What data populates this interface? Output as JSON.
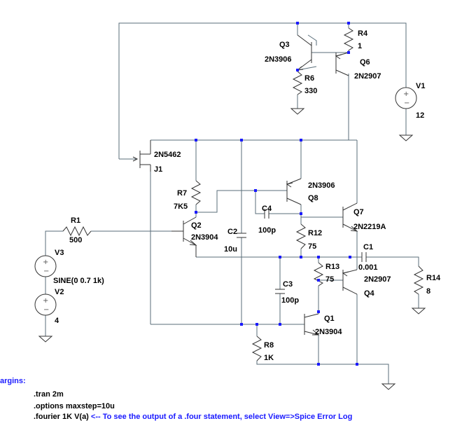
{
  "components": {
    "R1": {
      "ref": "R1",
      "value": "500"
    },
    "R4": {
      "ref": "R4",
      "value": "1"
    },
    "R6": {
      "ref": "R6",
      "value": "330"
    },
    "R7": {
      "ref": "R7",
      "value": "7K5"
    },
    "R8": {
      "ref": "R8",
      "value": "1K"
    },
    "R12": {
      "ref": "R12",
      "value": "75"
    },
    "R13": {
      "ref": "R13",
      "value": "75"
    },
    "R14": {
      "ref": "R14",
      "value": "8"
    },
    "C1": {
      "ref": "C1",
      "value": "0.001"
    },
    "C2": {
      "ref": "C2",
      "value": "10u"
    },
    "C3": {
      "ref": "C3",
      "value": "100p"
    },
    "C4": {
      "ref": "C4",
      "value": "100p"
    },
    "Q1": {
      "ref": "Q1",
      "model": "2N3904"
    },
    "Q2": {
      "ref": "Q2",
      "model": "2N3904"
    },
    "Q3": {
      "ref": "Q3",
      "model": "2N3906"
    },
    "Q4": {
      "ref": "Q4",
      "model": "2N2907"
    },
    "Q6": {
      "ref": "Q6",
      "model": "2N2907"
    },
    "Q7": {
      "ref": "Q7",
      "model": "2N2219A"
    },
    "Q8": {
      "ref": "Q8",
      "model": "2N3906"
    },
    "J1": {
      "ref": "J1",
      "model": "2N5462"
    },
    "V1": {
      "ref": "V1",
      "value": "12"
    },
    "V2": {
      "ref": "V2",
      "value": "4"
    },
    "V3": {
      "ref": "V3",
      "value": "SINE(0 0.7 1k)"
    }
  },
  "directives": {
    "margin_label": "argins:",
    "tran": ".tran 2m",
    "options": ".options maxstep=10u",
    "fourier_cmd": ".fourier 1K V(a)",
    "fourier_note": "<-- To see the output of a .four statement, select View=>Spice Error Log"
  },
  "colors": {
    "wire": "#5a6e7a",
    "junction": "#1a1aff",
    "text": "#000000",
    "comment": "#1a1aff"
  }
}
